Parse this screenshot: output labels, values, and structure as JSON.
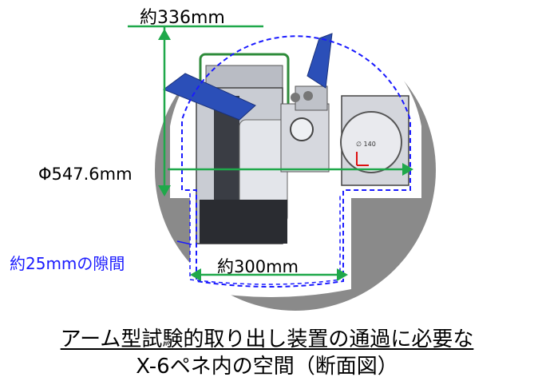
{
  "labels": {
    "top_width": "約336mm",
    "diameter": "Φ547.6mm",
    "clearance": "約25mmの隙間",
    "bottom_width": "約300mm",
    "sphere_marking": "∅ 140"
  },
  "caption": {
    "line1": "アーム型試験的取り出し装置の通過に必要な",
    "line2": "X-6ペネ内の空間（断面図）"
  },
  "colors": {
    "penetration_fill": "#8a8a8a",
    "section_white": "#ffffff",
    "dimension_arrow": "#1fa84a",
    "clearance_outline": "#1a1aff",
    "device_body": "#c9ccd3",
    "arm_blue": "#2b4fb8"
  }
}
